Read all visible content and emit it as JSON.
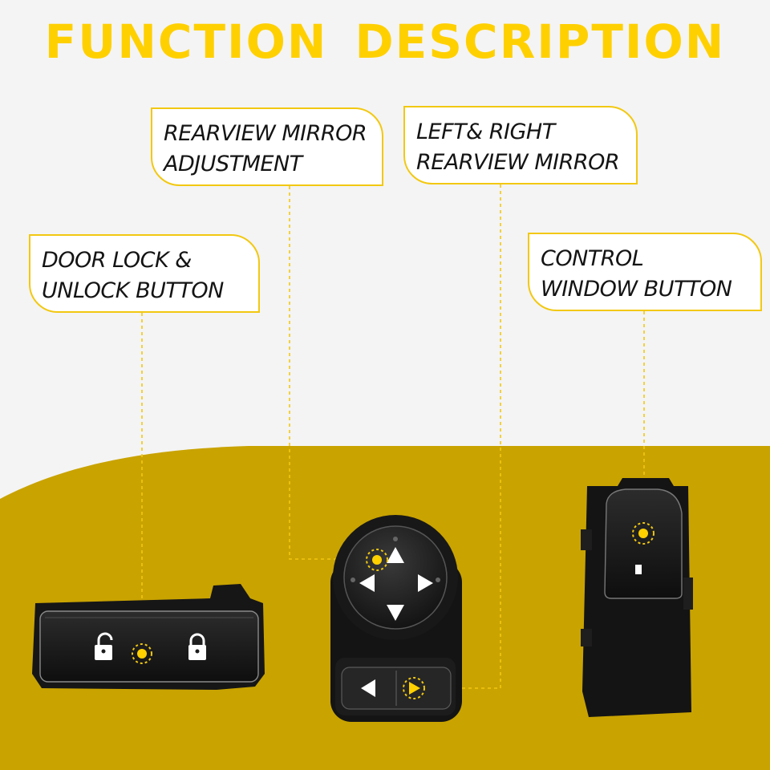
{
  "header": {
    "title_word1": "FUNCTION",
    "title_word2": "DESCRIPTION"
  },
  "callouts": {
    "rearview_adjustment": {
      "line1": "REARVIEW MIRROR",
      "line2": "ADJUSTMENT"
    },
    "left_right_mirror": {
      "line1": "LEFT& RIGHT",
      "line2": "REARVIEW MIRROR"
    },
    "door_lock": {
      "line1": "DOOR LOCK &",
      "line2": "UNLOCK BUTTON"
    },
    "control_window": {
      "line1": "CONTROL",
      "line2": "WINDOW BUTTON"
    }
  },
  "colors": {
    "accent_yellow": "#ffd000",
    "olive_background": "#c9a300",
    "callout_border": "#f2c811",
    "device_black": "#1b1b1b"
  },
  "icons": [
    "unlock-icon",
    "lock-icon",
    "arrow-up-icon",
    "arrow-down-icon",
    "arrow-left-icon",
    "arrow-right-icon",
    "highlight-dot-icon"
  ]
}
